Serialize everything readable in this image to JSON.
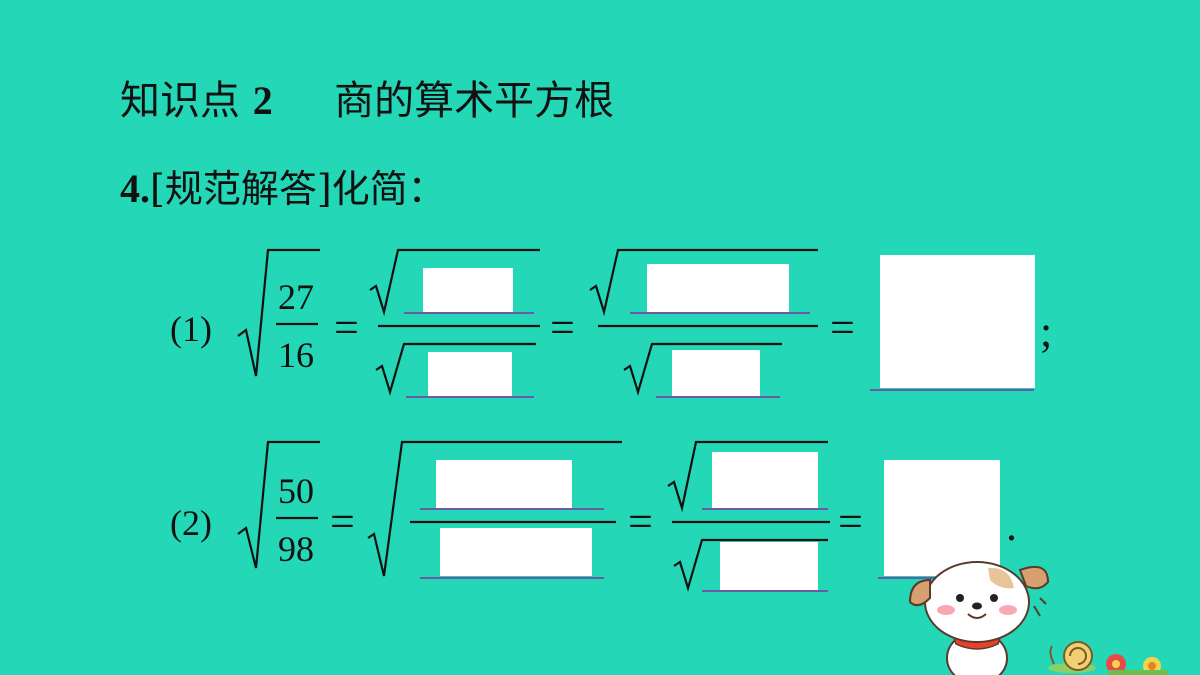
{
  "section": {
    "label": "知识点",
    "number": "2",
    "title": "商的算术平方根"
  },
  "problem": {
    "number": "4.",
    "tag": "[规范解答]",
    "instruction": "化简："
  },
  "parts": [
    {
      "label": "(1)",
      "numerator": "27",
      "denominator": "16",
      "end_mark": ";"
    },
    {
      "label": "(2)",
      "numerator": "50",
      "denominator": "98",
      "end_mark": "."
    }
  ],
  "equals": "="
}
